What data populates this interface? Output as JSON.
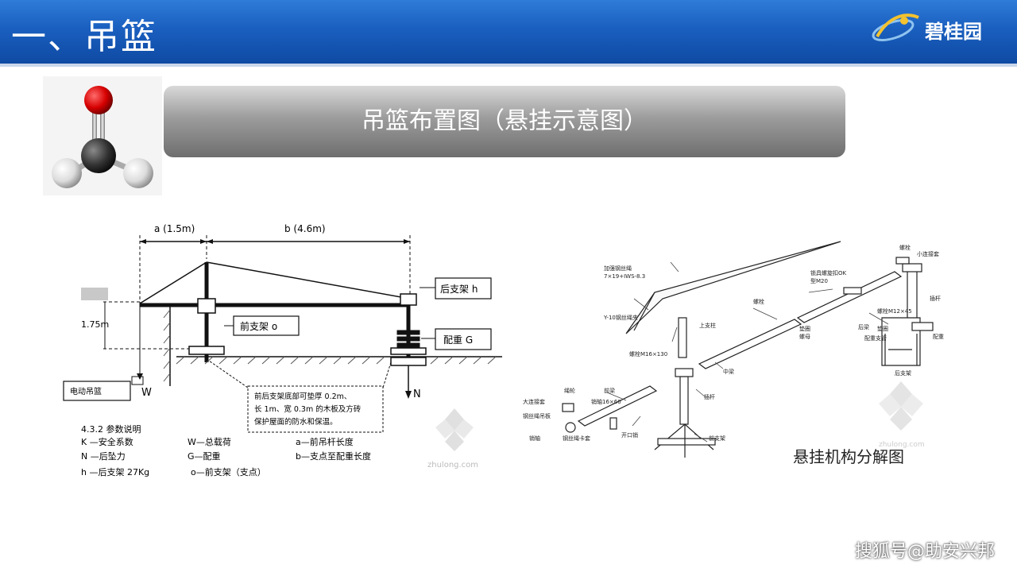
{
  "header": {
    "title": "一、吊篮",
    "logo_text": "碧桂园"
  },
  "banner": {
    "text": "吊篮布置图（悬挂示意图）"
  },
  "left_diagram": {
    "dim_a": "a (1.5m)",
    "dim_b": "b (4.6m)",
    "height": "1.75m",
    "rear_support": "后支架 h",
    "counterweight": "配重 G",
    "front_support": "前支架 o",
    "basket": "电动吊篮",
    "w": "W",
    "n": "N",
    "note": [
      "前后支架底部可垫厚 0.2m、",
      "长 1m、宽 0.3m 的木板及方砖",
      "保护屋面的防水和保温。"
    ],
    "params_title": "4.3.2 参数说明",
    "params": [
      [
        "K —安全系数",
        "W—总载荷",
        "a—前吊杆长度"
      ],
      [
        "N —后坠力",
        "G—配重",
        "b—支点至配重长度"
      ],
      [
        "h —后支架 27Kg",
        "o—前支架（支点）",
        ""
      ]
    ],
    "watermark": "zhulong.com"
  },
  "right_diagram": {
    "caption": "悬挂机构分解图",
    "watermark": "zhulong.com",
    "labels": [
      "加强钢丝绳",
      "7×19+IWS-8.3",
      "Y-10钢丝绳夹",
      "上支柱",
      "螺栓M16×130",
      "中梁",
      "螺栓",
      "垫圈",
      "螺母",
      "锁具螺旋扣OK",
      "型M20",
      "后梁",
      "螺栓",
      "小连接套",
      "插杆",
      "螺栓M12×45",
      "垫圈",
      "配重支管",
      "配重",
      "后支架",
      "前梁",
      "销轴16×60",
      "开口销",
      "大连接套",
      "绳轮",
      "钢丝绳吊板",
      "销轴",
      "钢丝绳卡套",
      "插杆",
      "前支架"
    ]
  },
  "footer": {
    "credit": "搜狐号@助安兴邦"
  }
}
